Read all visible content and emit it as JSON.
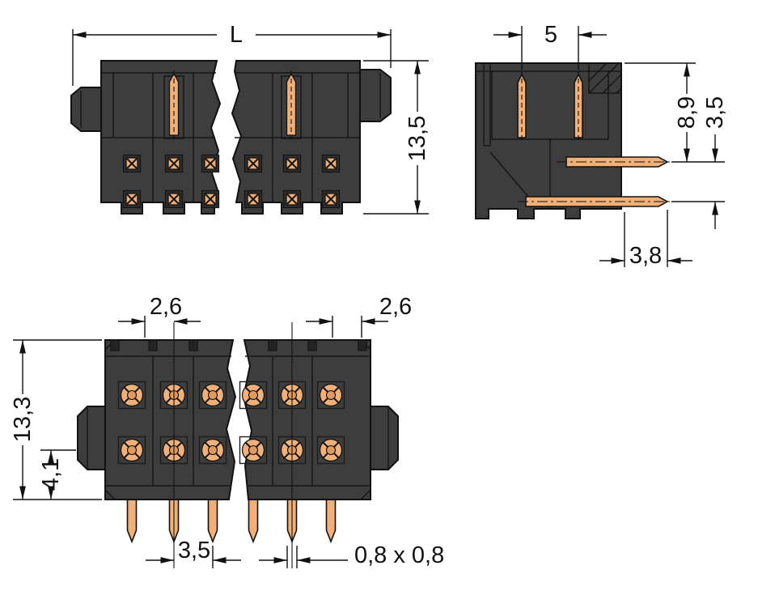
{
  "drawing": {
    "background": "#ffffff",
    "colors": {
      "body": "#3d3d3d",
      "body_recess": "#2e2e2e",
      "pin_copper": "#f0b078",
      "pin_copper_dark": "#e09a5e",
      "line": "#111111"
    },
    "views": {
      "front": {
        "dims": {
          "length": "L",
          "height": "13,5"
        }
      },
      "side": {
        "dims": {
          "pin_pitch": "5",
          "body_to_pin": "8,9",
          "row_spacing": "3,5",
          "pin_protrusion": "3,8"
        }
      },
      "bottom": {
        "dims": {
          "offset_left": "2,6",
          "offset_right": "2,6",
          "height": "13,3",
          "row_to_edge": "4,1",
          "pin_pitch": "3,5",
          "pin_cross_section": "0,8 x 0,8"
        }
      }
    }
  }
}
